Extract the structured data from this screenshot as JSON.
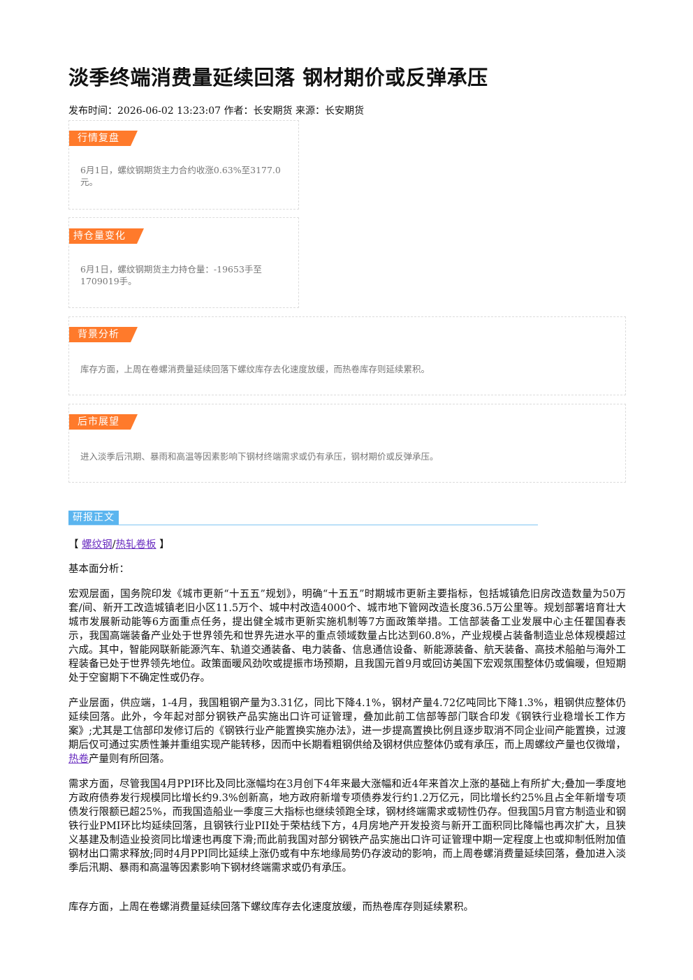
{
  "article": {
    "title": "淡季终端消费量延续回落 钢材期价或反弹承压",
    "meta": "发布时间：2026-06-02 13:23:07 作者：长安期货 来源：长安期货"
  },
  "summary": {
    "market_review": {
      "label": "行情复盘",
      "text": "6月1日，螺纹钢期货主力合约收涨0.63%至3177.0元。"
    },
    "position_change": {
      "label": "持仓量变化",
      "text": "6月1日，螺纹钢期货主力持仓量：-19653手至1709019手。"
    },
    "background": {
      "label": "背景分析",
      "text": "库存方面，上周在卷螺消费量延续回落下螺纹库存去化速度放缓，而热卷库存则延续累积。"
    },
    "outlook": {
      "label": "后市展望",
      "text": "进入淡季后汛期、暴雨和高温等因素影响下钢材终端需求或仍有承压，钢材期价或反弹承压。"
    }
  },
  "report": {
    "label": "研报正文",
    "tags": {
      "open": "【",
      "tag1": "螺纹钢",
      "sep": "/",
      "tag2": "热轧卷板",
      "close": "】"
    },
    "subtitle": "基本面分析：",
    "para_macro": "宏观层面，国务院印发《城市更新“十五五”规划》，明确“十五五”时期城市更新主要指标，包括城镇危旧房改造数量为50万套/间、新开工改造城镇老旧小区11.5万个、城中村改造4000个、城市地下管网改造长度36.5万公里等。规划部署培育壮大城市发展新动能等6方面重点任务，提出健全城市更新实施机制等7方面政策举措。工信部装备工业发展中心主任瞿国春表示，我国高端装备产业处于世界领先和世界先进水平的重点领域数量占比达到60.8%，产业规模占装备制造业总体规模超过六成。其中，智能网联新能源汽车、轨道交通装备、电力装备、信息通信设备、新能源装备、航天装备、高技术船舶与海外工程装备已处于世界领先地位。政策面暖风劲吹或提振市场预期，且我国元首9月或回访美国下宏观氛围整体仍或偏暖，但短期处于空窗期下不确定性或仍存。",
    "para_industry_a": "产业层面，供应端，1-4月，我国粗钢产量为3.31亿，同比下降4.1%，钢材产量4.72亿吨同比下降1.3%，粗钢供应整体仍延续回落。此外，今年起对部分钢铁产品实施出口许可证管理，叠加此前工信部等部门联合印发《钢铁行业稳增长工作方案》;尤其是工信部印发修订后的《钢铁行业产能置换实施办法》，进一步提高置换比例且逐步取消不同企业间产能置换，过渡期后仅可通过实质性兼并重组实现产能转移，因而中长期看粗钢供给及钢材供应整体仍或有承压，而上周螺纹产量也仅微增，",
    "para_industry_link": "热卷",
    "para_industry_b": "产量则有所回落。",
    "para_demand": "需求方面，尽管我国4月PPI环比及同比涨幅均在3月创下4年来最大涨幅和近4年来首次上涨的基础上有所扩大;叠加一季度地方政府债券发行规模同比增长约9.3%创新高，地方政府新增专项债券发行约1.2万亿元，同比增长约25%且占全年新增专项债发行限额已超25%，而我国造船业一季度三大指标也继续领跑全球，钢材终端需求或韧性仍存。但我国5月官方制造业和钢铁行业PMI环比均延续回落，且钢铁行业PII处于荣枯线下方，4月房地产开发投资与新开工面积同比降幅也再次扩大，且狭义基建及制造业投资同比增速也再度下滑;而此前我国对部分钢铁产品实施出口许可证管理中期一定程度上也或抑制低附加值钢材出口需求释放;同时4月PPI同比延续上涨仍或有中东地缘局势仍存波动的影响，而上周卷螺消费量延续回落，叠加进入淡季后汛期、暴雨和高温等因素影响下钢材终端需求或仍有承压。",
    "para_inventory": "库存方面，上周在卷螺消费量延续回落下螺纹库存去化速度放缓，而热卷库存则延续累积。"
  }
}
